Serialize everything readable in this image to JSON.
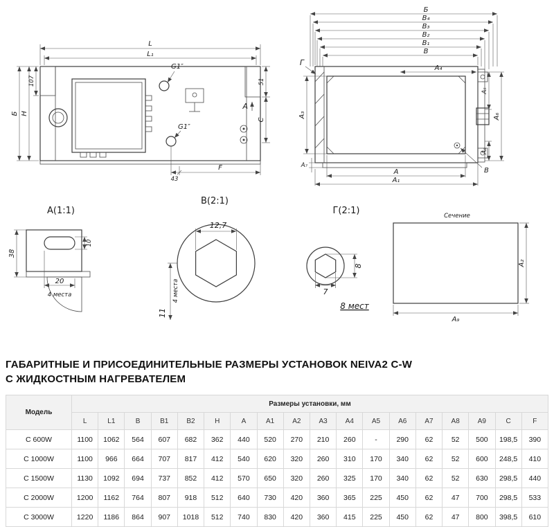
{
  "front_view": {
    "dims": {
      "L": "L",
      "L1": "L₁",
      "B_cyr": "Б",
      "H": "H",
      "d107": "107",
      "g1_top": "G1″",
      "g1_bottom": "G1″",
      "d51": "51",
      "C": "C",
      "A_marker": "A",
      "d43": "43",
      "F": "F"
    }
  },
  "top_view": {
    "dims": {
      "B_cyr": "Б",
      "B4": "B₄",
      "B3": "B₃",
      "B2": "B₂",
      "B1": "B₁",
      "B": "B",
      "A4": "А₄",
      "G_cyr": "Г",
      "A3": "А₃",
      "A7": "А₇",
      "A": "А",
      "A1": "А₁",
      "A5": "А₅",
      "A6": "А₆",
      "A8": "А₈",
      "B_leader": "B"
    }
  },
  "detail_a": {
    "title": "А(1:1)",
    "d38": "38",
    "d10": "10",
    "d20": "20",
    "places": "4 места"
  },
  "detail_b": {
    "title": "В(2:1)",
    "d127": "12,7",
    "d11": "11",
    "places": "4 места"
  },
  "detail_g": {
    "title": "Г(2:1)",
    "d8": "8",
    "d7": "7",
    "places": "8 мест"
  },
  "section_view": {
    "title": "Сечение",
    "A2": "А₂",
    "A9": "А₉"
  },
  "heading": {
    "line1": "ГАБАРИТНЫЕ И ПРИСОЕДИНИТЕЛЬНЫЕ РАЗМЕРЫ УСТАНОВОК NEIVA2 C-W",
    "line2": "С ЖИДКОСТНЫМ НАГРЕВАТЕЛЕМ"
  },
  "table": {
    "model_header": "Модель",
    "group_header": "Размеры установки, мм",
    "columns": [
      "L",
      "L1",
      "B",
      "B1",
      "B2",
      "H",
      "A",
      "A1",
      "A2",
      "A3",
      "A4",
      "A5",
      "A6",
      "A7",
      "A8",
      "A9",
      "C",
      "F"
    ],
    "rows": [
      {
        "model": "С 600W",
        "values": [
          "1100",
          "1062",
          "564",
          "607",
          "682",
          "362",
          "440",
          "520",
          "270",
          "210",
          "260",
          "-",
          "290",
          "62",
          "52",
          "500",
          "198,5",
          "390"
        ]
      },
      {
        "model": "С 1000W",
        "values": [
          "1100",
          "966",
          "664",
          "707",
          "817",
          "412",
          "540",
          "620",
          "320",
          "260",
          "310",
          "170",
          "340",
          "62",
          "52",
          "600",
          "248,5",
          "410"
        ]
      },
      {
        "model": "С 1500W",
        "values": [
          "1130",
          "1092",
          "694",
          "737",
          "852",
          "412",
          "570",
          "650",
          "320",
          "260",
          "325",
          "170",
          "340",
          "62",
          "52",
          "630",
          "298,5",
          "440"
        ]
      },
      {
        "model": "С 2000W",
        "values": [
          "1200",
          "1162",
          "764",
          "807",
          "918",
          "512",
          "640",
          "730",
          "420",
          "360",
          "365",
          "225",
          "450",
          "62",
          "47",
          "700",
          "298,5",
          "533"
        ]
      },
      {
        "model": "С 3000W",
        "values": [
          "1220",
          "1186",
          "864",
          "907",
          "1018",
          "512",
          "740",
          "830",
          "420",
          "360",
          "415",
          "225",
          "450",
          "62",
          "47",
          "800",
          "398,5",
          "610"
        ]
      }
    ]
  }
}
